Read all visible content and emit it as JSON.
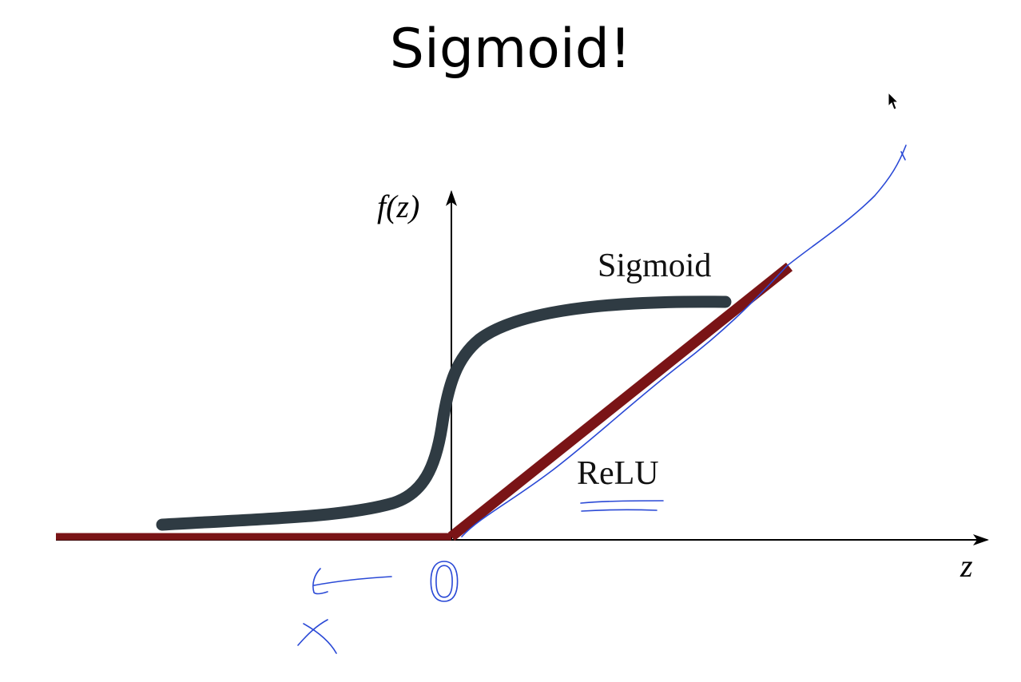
{
  "slide": {
    "title": "Sigmoid!"
  },
  "figure": {
    "y_axis_label": "f(z)",
    "x_axis_label": "z",
    "sigmoid_label": "Sigmoid",
    "relu_label": "ReLU"
  },
  "annotations": {
    "origin_mark": "0"
  },
  "colors": {
    "axes": "#000000",
    "sigmoid_curve": "#2f3b43",
    "relu_line": "#7a1416",
    "ink": "#2a49d6"
  },
  "icons": [
    "mouse-pointer-icon"
  ]
}
